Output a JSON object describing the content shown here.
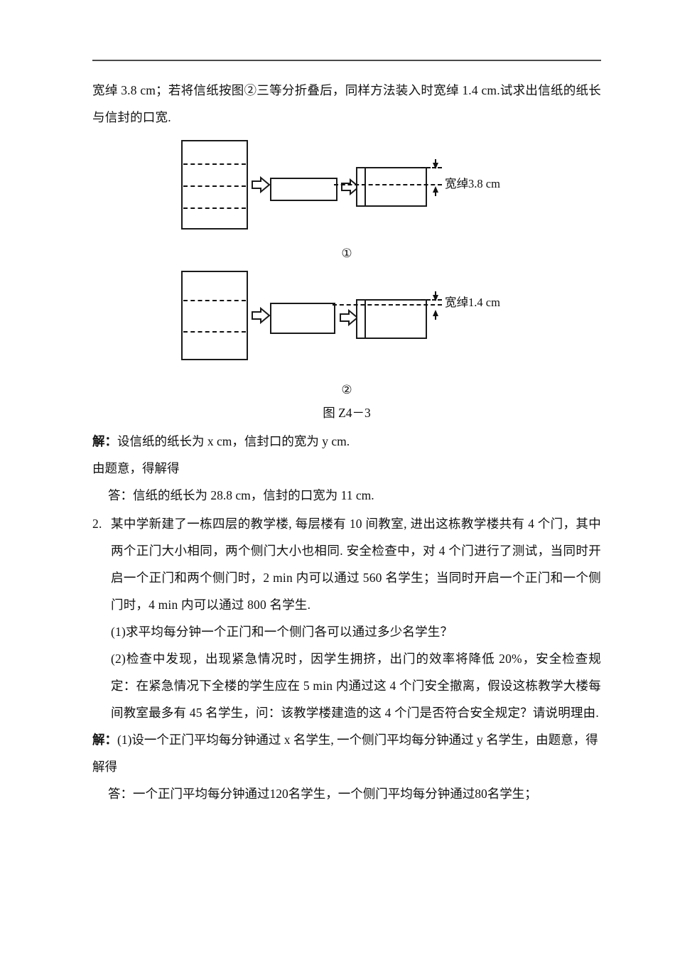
{
  "problem1": {
    "body_text": "宽绰 3.8 cm；若将信纸按图②三等分折叠后，同样方法装入时宽绰 1.4 cm.试求出信纸的纸长与信封的口宽.",
    "figure": {
      "caption": "图 Z4－3",
      "subfigures": [
        {
          "label": "①",
          "fold_count": 3,
          "dim_label": "宽绰3.8 cm"
        },
        {
          "label": "②",
          "fold_count": 2,
          "dim_label": "宽绰1.4 cm"
        }
      ]
    },
    "solution": {
      "label": "解：",
      "setup": "设信纸的纸长为 x cm，信封口的宽为 y cm.",
      "line2": "由题意，得解得",
      "answer_label": "答：",
      "answer": "信纸的纸长为 28.8 cm，信封的口宽为 11 cm."
    }
  },
  "problem2": {
    "number": "2.",
    "body_text": "某中学新建了一栋四层的教学楼, 每层楼有 10 间教室, 进出这栋教学楼共有 4 个门，其中两个正门大小相同，两个侧门大小也相同. 安全检查中，对 4 个门进行了测试，当同时开启一个正门和两个侧门时，2 min 内可以通过 560 名学生；当同时开启一个正门和一个侧门时，4 min 内可以通过 800 名学生.",
    "sub_questions": [
      "(1)求平均每分钟一个正门和一个侧门各可以通过多少名学生？",
      "(2)检查中发现，出现紧急情况时，因学生拥挤，出门的效率将降低 20%，安全检查规定：在紧急情况下全楼的学生应在 5 min 内通过这 4 个门安全撤离，假设这栋教学大楼每间教室最多有 45 名学生，问：该教学楼建造的这 4 个门是否符合安全规定？请说明理由."
    ],
    "solution": {
      "label": "解：",
      "setup": "(1)设一个正门平均每分钟通过 x 名学生, 一个侧门平均每分钟通过 y 名学生，由题意，得",
      "line2": "解得",
      "answer_label": "答：",
      "answer": "一个正门平均每分钟通过120名学生，一个侧门平均每分钟通过80名学生；"
    }
  }
}
